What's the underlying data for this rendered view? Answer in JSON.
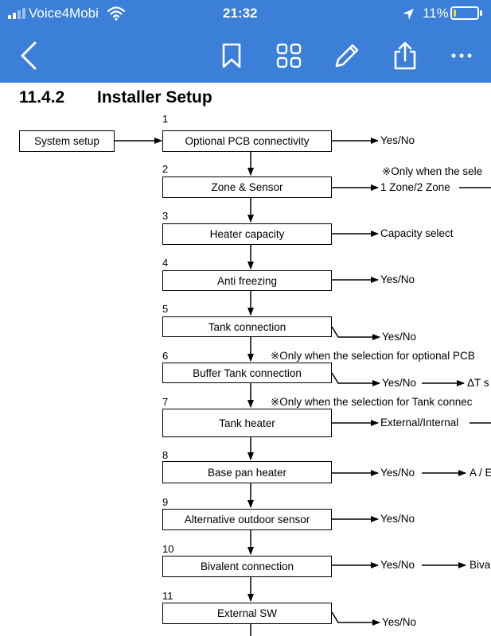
{
  "status_bar": {
    "carrier": "Voice4Mobi",
    "time": "21:32",
    "battery": "11%",
    "battery_level": 0.11,
    "icons": [
      "signal-icon",
      "wifi-icon",
      "location-icon",
      "battery-icon"
    ]
  },
  "toolbar": {
    "icons": [
      "back-icon",
      "bookmark-icon",
      "grid-icon",
      "pencil-icon",
      "share-icon",
      "more-icon"
    ]
  },
  "document": {
    "section_number": "11.4.2",
    "section_title": "Installer Setup",
    "start_box": "System setup",
    "steps": [
      {
        "num": "1",
        "label": "Optional PCB connectivity"
      },
      {
        "num": "2",
        "label": "Zone & Sensor"
      },
      {
        "num": "3",
        "label": "Heater capacity"
      },
      {
        "num": "4",
        "label": "Anti freezing"
      },
      {
        "num": "5",
        "label": "Tank connection"
      },
      {
        "num": "6",
        "label": "Buffer Tank connection"
      },
      {
        "num": "7",
        "label": "Tank heater"
      },
      {
        "num": "8",
        "label": "Base pan heater"
      },
      {
        "num": "9",
        "label": "Alternative outdoor sensor"
      },
      {
        "num": "10",
        "label": "Bivalent connection"
      },
      {
        "num": "11",
        "label": "External SW"
      }
    ],
    "outputs": {
      "o1": "Yes/No",
      "note2": "※Only when the sele",
      "o2": "1 Zone/2 Zone",
      "o3": "Capacity select",
      "o4": "Yes/No",
      "o5": "Yes/No",
      "note6": "※Only when the selection for optional PCB",
      "o6": "Yes/No",
      "o6b": "ΔT s",
      "note7": "※Only when the selection for Tank connec",
      "o7": "External/Internal",
      "o8": "Yes/No",
      "o8b": "A / E",
      "o9": "Yes/No",
      "o10": "Yes/No",
      "o10b": "Biva",
      "o11": "Yes/No"
    }
  }
}
